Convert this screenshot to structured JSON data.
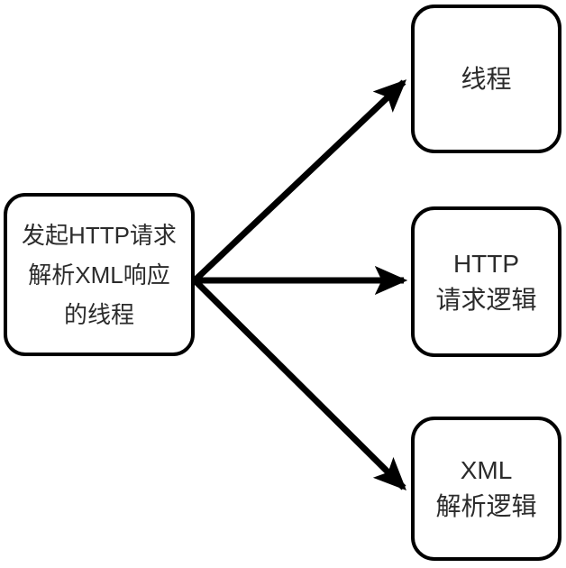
{
  "diagram": {
    "type": "flow-diagram",
    "background_color": "#ffffff",
    "stroke_color": "#000000",
    "text_color": "#2b2b2b",
    "nodes": {
      "source": {
        "name": "source-thread-node",
        "lines": [
          "发起HTTP请求",
          "解析XML响应",
          "的线程"
        ]
      },
      "thread": {
        "name": "thread-node",
        "lines": [
          "线程"
        ]
      },
      "http": {
        "name": "http-request-logic-node",
        "lines": [
          "HTTP",
          "请求逻辑"
        ]
      },
      "xml": {
        "name": "xml-parse-logic-node",
        "lines": [
          "XML",
          "解析逻辑"
        ]
      }
    },
    "edges": [
      {
        "from": "source",
        "to": "thread",
        "direction": "up-right",
        "label": ""
      },
      {
        "from": "source",
        "to": "http",
        "direction": "right",
        "label": ""
      },
      {
        "from": "source",
        "to": "xml",
        "direction": "down-right",
        "label": ""
      }
    ]
  }
}
